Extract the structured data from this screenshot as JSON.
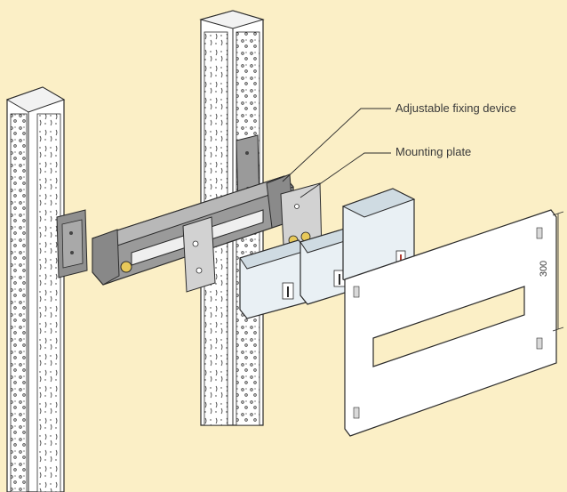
{
  "labels": {
    "adjustable_fixing_device": "Adjustable fixing device",
    "mounting_plate": "Mounting plate",
    "dimension": "300"
  },
  "colors": {
    "background": "#fbefc6",
    "upright": "#ffffff",
    "bracket": "#9a9a9a",
    "plate": "#d2d2d2",
    "breaker": "#e9f0f4",
    "panel": "#ffffff",
    "outline": "#2b2b2b"
  }
}
